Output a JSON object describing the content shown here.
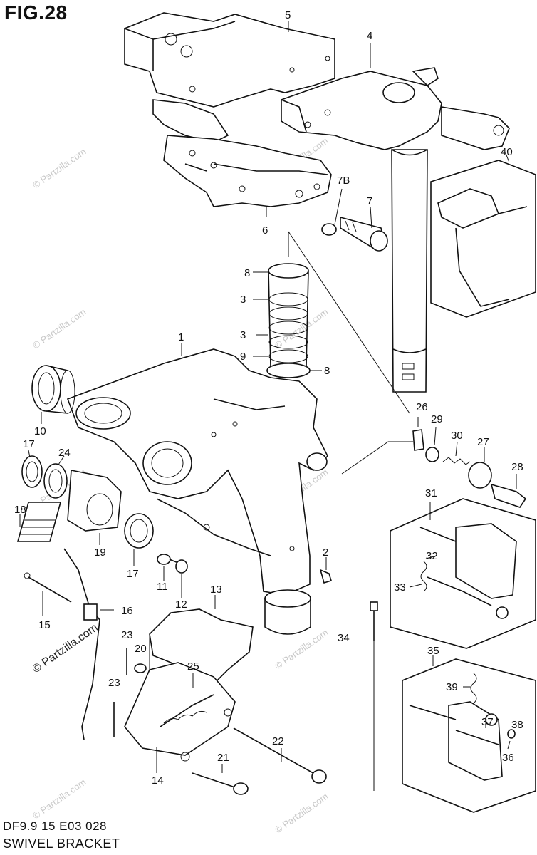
{
  "figure": {
    "title": "FIG.28"
  },
  "footer": {
    "code": "DF9.9 15 E03  028",
    "name": "SWIVEL BRACKET"
  },
  "watermark": {
    "text": "© Partzilla.com",
    "prominent_text": "© Partzilla.com"
  },
  "callouts": [
    {
      "id": "c1",
      "label": "1"
    },
    {
      "id": "c2",
      "label": "2"
    },
    {
      "id": "c3a",
      "label": "3"
    },
    {
      "id": "c3b",
      "label": "3"
    },
    {
      "id": "c4",
      "label": "4"
    },
    {
      "id": "c5",
      "label": "5"
    },
    {
      "id": "c6",
      "label": "6"
    },
    {
      "id": "c7",
      "label": "7"
    },
    {
      "id": "c7b",
      "label": "7B"
    },
    {
      "id": "c8a",
      "label": "8"
    },
    {
      "id": "c8b",
      "label": "8"
    },
    {
      "id": "c9",
      "label": "9"
    },
    {
      "id": "c10",
      "label": "10"
    },
    {
      "id": "c11",
      "label": "11"
    },
    {
      "id": "c12",
      "label": "12"
    },
    {
      "id": "c13",
      "label": "13"
    },
    {
      "id": "c14",
      "label": "14"
    },
    {
      "id": "c15",
      "label": "15"
    },
    {
      "id": "c16",
      "label": "16"
    },
    {
      "id": "c17a",
      "label": "17"
    },
    {
      "id": "c17b",
      "label": "17"
    },
    {
      "id": "c18",
      "label": "18"
    },
    {
      "id": "c19",
      "label": "19"
    },
    {
      "id": "c20",
      "label": "20"
    },
    {
      "id": "c21",
      "label": "21"
    },
    {
      "id": "c22",
      "label": "22"
    },
    {
      "id": "c23a",
      "label": "23"
    },
    {
      "id": "c23b",
      "label": "23"
    },
    {
      "id": "c24",
      "label": "24"
    },
    {
      "id": "c25",
      "label": "25"
    },
    {
      "id": "c26",
      "label": "26"
    },
    {
      "id": "c27",
      "label": "27"
    },
    {
      "id": "c28",
      "label": "28"
    },
    {
      "id": "c29",
      "label": "29"
    },
    {
      "id": "c30",
      "label": "30"
    },
    {
      "id": "c31",
      "label": "31"
    },
    {
      "id": "c32",
      "label": "32"
    },
    {
      "id": "c33",
      "label": "33"
    },
    {
      "id": "c34",
      "label": "34"
    },
    {
      "id": "c35",
      "label": "35"
    },
    {
      "id": "c36",
      "label": "36"
    },
    {
      "id": "c37",
      "label": "37"
    },
    {
      "id": "c38",
      "label": "38"
    },
    {
      "id": "c39",
      "label": "39"
    },
    {
      "id": "c40",
      "label": "40"
    }
  ]
}
